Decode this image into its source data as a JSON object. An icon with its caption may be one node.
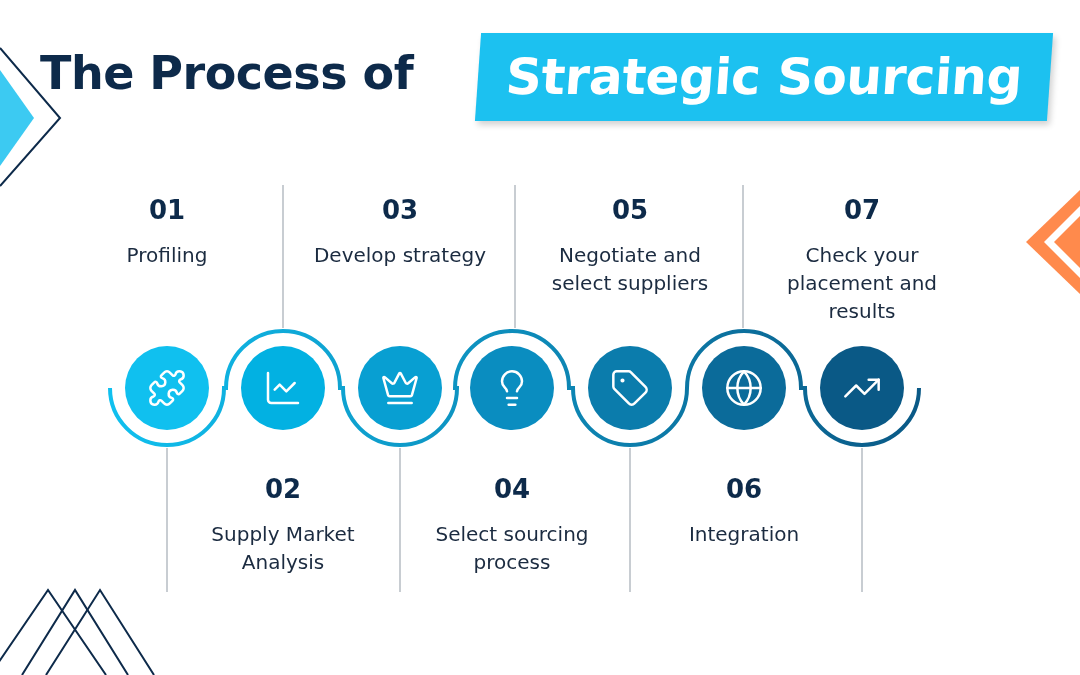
{
  "diagram": {
    "title": "The Process of",
    "nodes": [
      {
        "text": [
          "01",
          "Profiling"
        ]
      },
      {
        "text": [
          "02",
          "Supply Market Analysis"
        ]
      },
      {
        "text": [
          "03",
          "Develop strategy"
        ]
      },
      {
        "text": [
          "04",
          "Select sourcing process"
        ]
      },
      {
        "text": [
          "05",
          "Negotiate and select suppliers"
        ]
      },
      {
        "text": [
          "06",
          "Integration"
        ]
      },
      {
        "text": [
          "07",
          "Check your placement and results"
        ]
      }
    ],
    "labels": [
      "Strategic Sourcing"
    ]
  }
}
